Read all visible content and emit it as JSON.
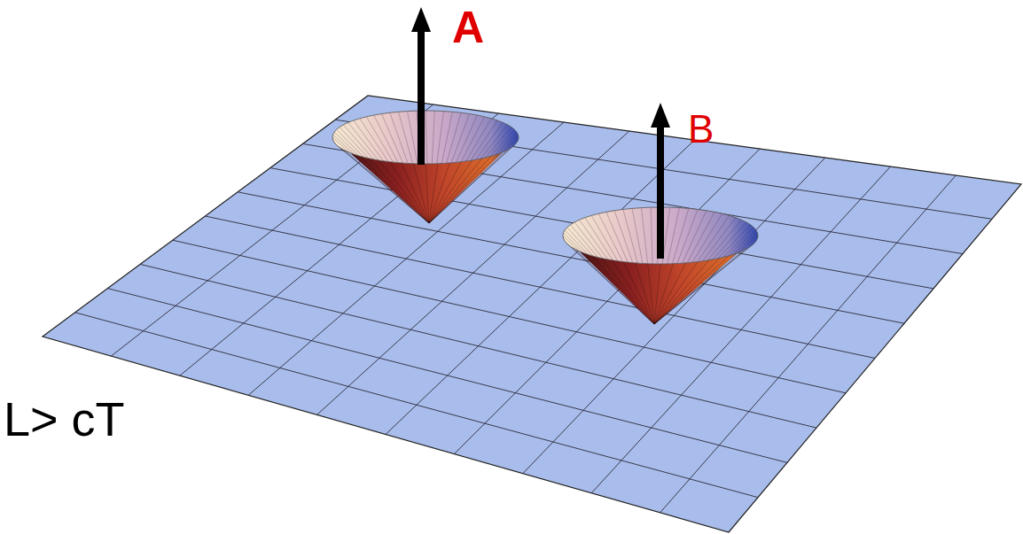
{
  "diagram": {
    "labels": [
      "A",
      "B",
      "L> cT"
    ]
  }
}
